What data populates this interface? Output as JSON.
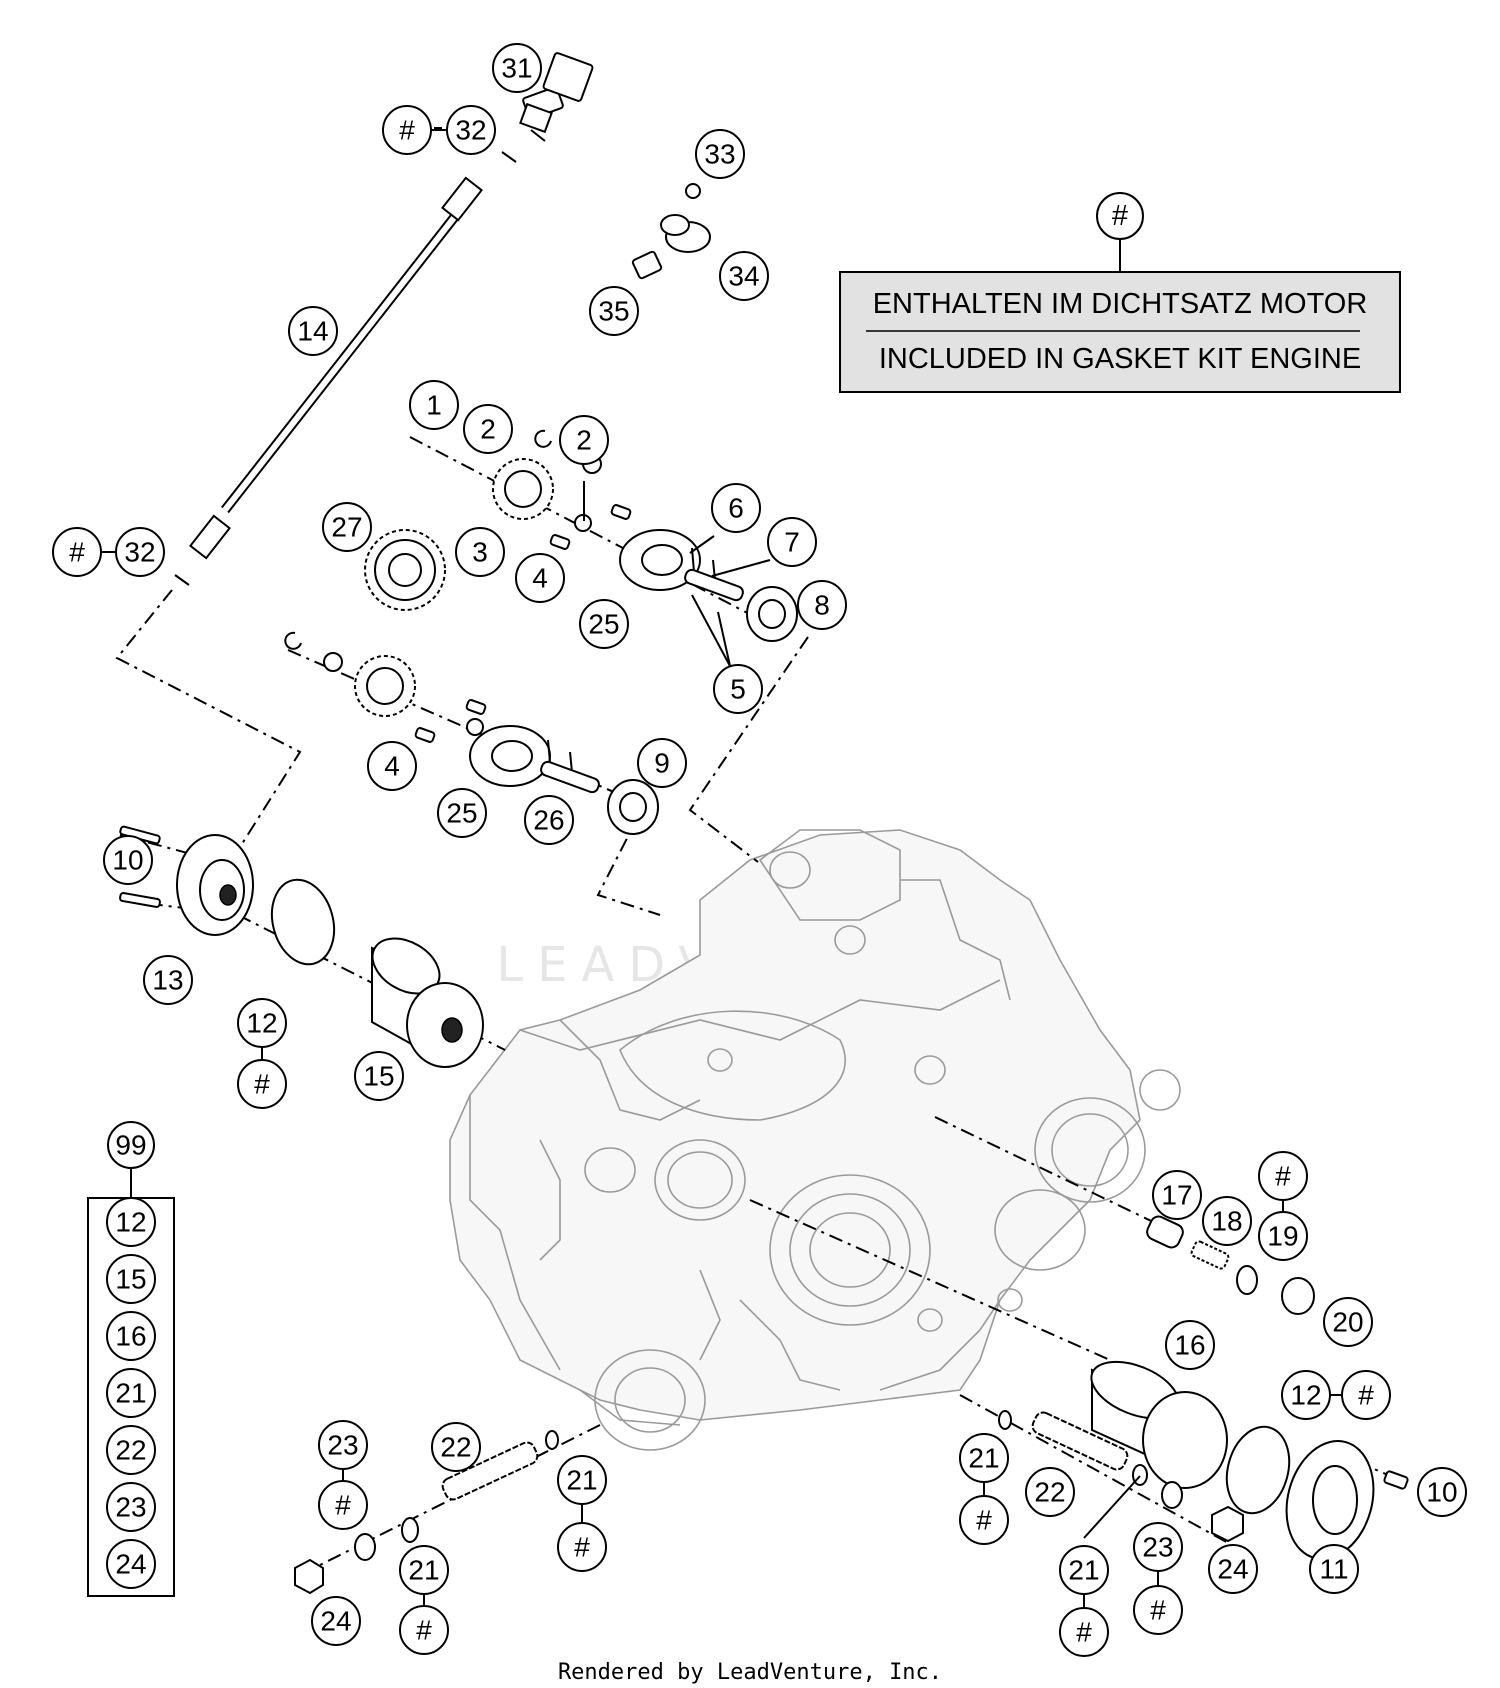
{
  "kit_note": {
    "hash": "#",
    "line_de": "ENTHALTEN IM DICHTSATZ MOTOR",
    "line_en": "INCLUDED IN GASKET KIT ENGINE"
  },
  "watermark": "LEADVENTURE",
  "credit": "Rendered by LeadVenture, Inc.",
  "callouts": [
    {
      "id": "c31",
      "label": "31"
    },
    {
      "id": "c32a_hash",
      "label": "#"
    },
    {
      "id": "c32a",
      "label": "32"
    },
    {
      "id": "c33",
      "label": "33"
    },
    {
      "id": "c34",
      "label": "34"
    },
    {
      "id": "c35",
      "label": "35"
    },
    {
      "id": "c14",
      "label": "14"
    },
    {
      "id": "c1",
      "label": "1"
    },
    {
      "id": "c2a",
      "label": "2"
    },
    {
      "id": "c2b",
      "label": "2"
    },
    {
      "id": "c27",
      "label": "27"
    },
    {
      "id": "c3",
      "label": "3"
    },
    {
      "id": "c4a",
      "label": "4"
    },
    {
      "id": "c6",
      "label": "6"
    },
    {
      "id": "c7",
      "label": "7"
    },
    {
      "id": "c8",
      "label": "8"
    },
    {
      "id": "c25a",
      "label": "25"
    },
    {
      "id": "c5",
      "label": "5"
    },
    {
      "id": "c32b_hash",
      "label": "#"
    },
    {
      "id": "c32b",
      "label": "32"
    },
    {
      "id": "c9",
      "label": "9"
    },
    {
      "id": "c4b",
      "label": "4"
    },
    {
      "id": "c25b",
      "label": "25"
    },
    {
      "id": "c26",
      "label": "26"
    },
    {
      "id": "c10a",
      "label": "10"
    },
    {
      "id": "c13",
      "label": "13"
    },
    {
      "id": "c12a",
      "label": "12"
    },
    {
      "id": "c12a_hash",
      "label": "#"
    },
    {
      "id": "c15",
      "label": "15"
    },
    {
      "id": "c99",
      "label": "99"
    },
    {
      "id": "c17",
      "label": "17"
    },
    {
      "id": "c18",
      "label": "18"
    },
    {
      "id": "c19_hash",
      "label": "#"
    },
    {
      "id": "c19",
      "label": "19"
    },
    {
      "id": "c20",
      "label": "20"
    },
    {
      "id": "c16",
      "label": "16"
    },
    {
      "id": "c12b",
      "label": "12"
    },
    {
      "id": "c12b_hash",
      "label": "#"
    },
    {
      "id": "c10b",
      "label": "10"
    },
    {
      "id": "c11",
      "label": "11"
    },
    {
      "id": "c21a",
      "label": "21"
    },
    {
      "id": "c21a_hash",
      "label": "#"
    },
    {
      "id": "c22a",
      "label": "22"
    },
    {
      "id": "c21b",
      "label": "21"
    },
    {
      "id": "c21b_hash",
      "label": "#"
    },
    {
      "id": "c23a",
      "label": "23"
    },
    {
      "id": "c23a_hash",
      "label": "#"
    },
    {
      "id": "c24a",
      "label": "24"
    },
    {
      "id": "c21c",
      "label": "21"
    },
    {
      "id": "c21c_hash",
      "label": "#"
    },
    {
      "id": "c22b",
      "label": "22"
    },
    {
      "id": "c21d",
      "label": "21"
    },
    {
      "id": "c21d_hash",
      "label": "#"
    },
    {
      "id": "c23b",
      "label": "23"
    },
    {
      "id": "c23b_hash",
      "label": "#"
    },
    {
      "id": "c24b",
      "label": "24"
    }
  ],
  "kit_list": {
    "header": "99",
    "items": [
      "12",
      "15",
      "16",
      "21",
      "22",
      "23",
      "24"
    ]
  }
}
